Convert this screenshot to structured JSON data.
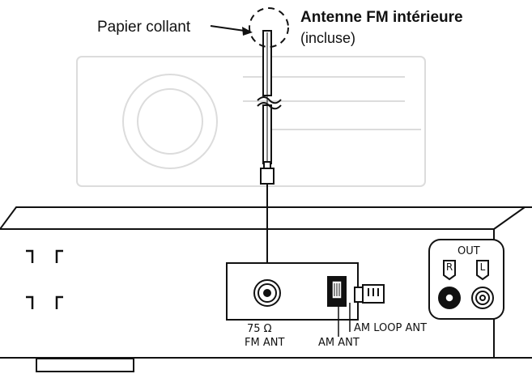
{
  "labels": {
    "tape": "Papier collant",
    "antenna_title": "Antenne FM intérieure",
    "antenna_sub": "(incluse)",
    "fm_ohms": "75 Ω",
    "fm_ant": "FM ANT",
    "am_ant": "AM ANT",
    "am_loop_ant": "AM LOOP ANT",
    "out": "OUT",
    "out_r": "R",
    "out_l": "L"
  },
  "colors": {
    "line": "#111111",
    "ghost": "#dcdcdc",
    "background": "#ffffff"
  }
}
